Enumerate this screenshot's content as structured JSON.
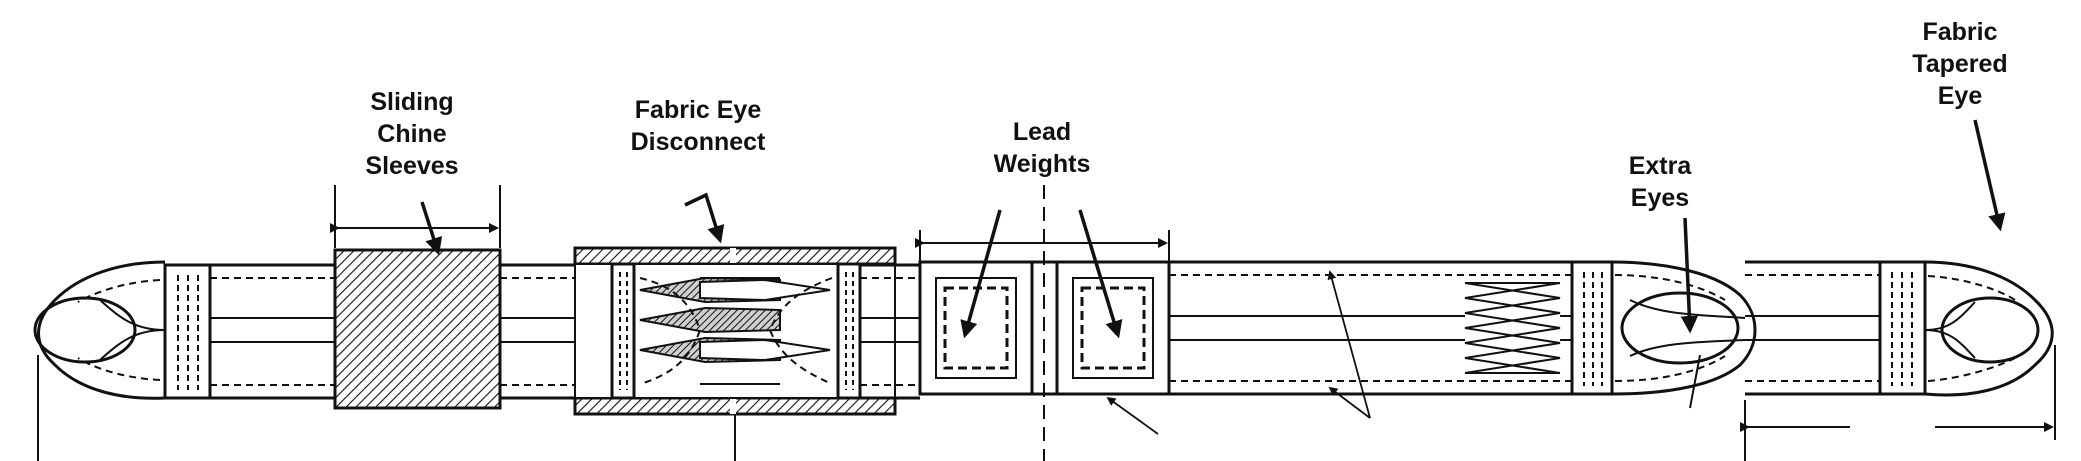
{
  "labels": {
    "sliding_chine_sleeves": [
      "Sliding",
      "Chine",
      "Sleeves"
    ],
    "fabric_eye_disconnect": [
      "Fabric Eye",
      "Disconnect"
    ],
    "lead_weights": [
      "Lead",
      "Weights"
    ],
    "extra_eyes": [
      "Extra",
      "Eyes"
    ],
    "fabric_tapered_eye": [
      "Fabric",
      "Tapered",
      "Eye"
    ]
  },
  "colors": {
    "ink": "#111111",
    "background": "#ffffff"
  }
}
